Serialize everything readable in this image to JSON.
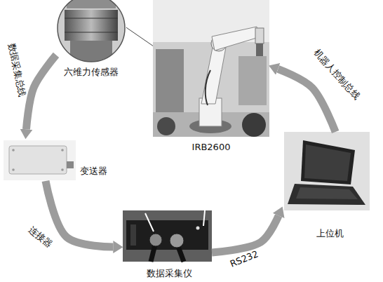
{
  "diagram": {
    "nodes": [
      {
        "text": [
          "六维力传感器"
        ]
      },
      {
        "text": [
          "IRB2600"
        ]
      },
      {
        "text": [
          "变送器"
        ]
      },
      {
        "text": [
          "上位机"
        ]
      },
      {
        "text": [
          "数据采集仪"
        ]
      }
    ],
    "edges": [
      {
        "from": 0,
        "to": 2,
        "arrow": "to",
        "label": "数据采集总线"
      },
      {
        "from": 2,
        "to": 4,
        "arrow": "to",
        "label": "连接器"
      },
      {
        "from": 4,
        "to": 3,
        "arrow": "to",
        "label": "RS232"
      },
      {
        "from": 3,
        "to": 1,
        "arrow": "to",
        "label": "机器人控制总线"
      },
      {
        "from": 0,
        "to": 1,
        "arrow": "none"
      }
    ]
  }
}
